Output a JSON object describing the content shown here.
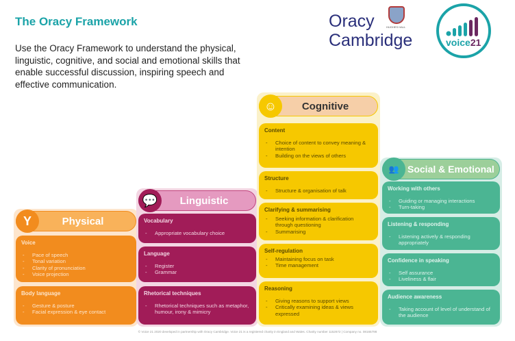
{
  "title": "The Oracy Framework",
  "intro": "Use the Oracy Framework to understand the physical, linguistic, cognitive, and social and emotional skills that enable successful discussion, inspiring speech and effective communication.",
  "logos": {
    "oracy_line1": "Oracy",
    "oracy_line2": "Cambridge",
    "crest_text": "HUGHES HALL",
    "voice21_a": "voice",
    "voice21_b": "21"
  },
  "colors": {
    "teal": "#1ba3a8",
    "physical": "#f28c1e",
    "linguistic": "#a11c58",
    "cognitive": "#f6c800",
    "social": "#4bb593"
  },
  "columns": [
    {
      "name": "Physical",
      "icon": "person-icon",
      "boxes": [
        {
          "title": "Voice",
          "items": [
            "Pace of speech",
            "Tonal variation",
            "Clarity of pronunciation",
            "Voice projection"
          ]
        },
        {
          "title": "Body language",
          "items": [
            "Gesture & posture",
            "Facial expression & eye contact"
          ]
        }
      ]
    },
    {
      "name": "Linguistic",
      "icon": "speech-bubble-icon",
      "boxes": [
        {
          "title": "Vocabulary",
          "items": [
            "Appropriate vocabulary choice"
          ]
        },
        {
          "title": "Language",
          "items": [
            "Register",
            "Grammar"
          ]
        },
        {
          "title": "Rhetorical techniques",
          "items": [
            "Rhetorical techniques such as metaphor, humour, irony & mimicry"
          ]
        }
      ]
    },
    {
      "name": "Cognitive",
      "icon": "head-gears-icon",
      "boxes": [
        {
          "title": "Content",
          "items": [
            "Choice of content to convey meaning & intention",
            "Building on the views of others"
          ]
        },
        {
          "title": "Structure",
          "items": [
            "Structure & organisation of talk"
          ]
        },
        {
          "title": "Clarifying & summarising",
          "items": [
            "Seeking information & clarification through questioning",
            "Summarising"
          ]
        },
        {
          "title": "Self-regulation",
          "items": [
            "Maintaining focus on task",
            "Time management"
          ]
        },
        {
          "title": "Reasoning",
          "items": [
            "Giving reasons to support views",
            "Critically examining ideas & views expressed"
          ]
        }
      ]
    },
    {
      "name": "Social & Emotional",
      "icon": "group-icon",
      "boxes": [
        {
          "title": "Working with others",
          "items": [
            "Guiding or managing interactions",
            "Turn-taking"
          ]
        },
        {
          "title": "Listening & responding",
          "items": [
            "Listening actively & responding appropriately"
          ]
        },
        {
          "title": "Confidence in speaking",
          "items": [
            "Self assurance",
            "Liveliness & flair"
          ]
        },
        {
          "title": "Audience awareness",
          "items": [
            "Taking account of level of understand of the audience"
          ]
        }
      ]
    }
  ],
  "footer": "© Voice 21 2020 developed in partnership with Oracy Cambridge. Voice 21 is a registered charity in England and Wales. Charity number 1152672 | Company no. 08165798"
}
